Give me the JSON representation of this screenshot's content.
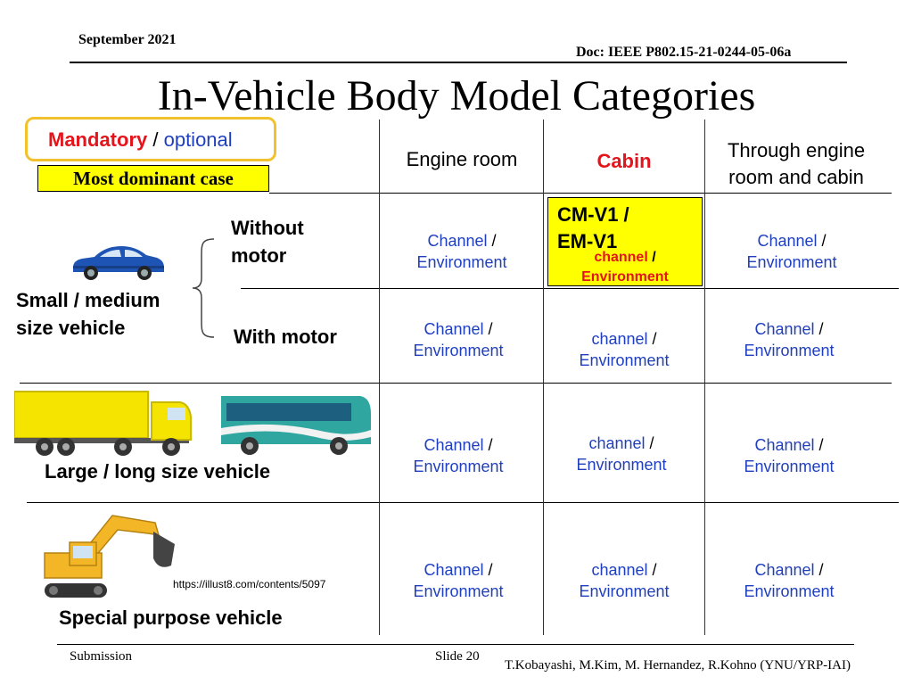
{
  "header": {
    "date": "September 2021",
    "doc": "Doc: IEEE P802.15-21-0244-05-06a"
  },
  "title": "In-Vehicle Body Model Categories",
  "legend": {
    "mandatory": "Mandatory",
    "separator": " / ",
    "optional": "optional",
    "dominant": "Most dominant case"
  },
  "columns": {
    "engine_room": "Engine room",
    "cabin": "Cabin",
    "through": "Through engine room and cabin"
  },
  "rows": {
    "small_medium": "Small / medium size vehicle",
    "without_motor": "Without motor",
    "with_motor": "With motor",
    "large_long": "Large / long size vehicle",
    "special": "Special purpose vehicle",
    "image_credit": "https://illust8.com/contents/5097"
  },
  "cells": {
    "r1": {
      "engine": {
        "a": "Channel",
        "b": "Environment"
      },
      "cabin": {
        "model": "CM-V1 / EM-V1",
        "a": "channel",
        "b": "Environment"
      },
      "through": {
        "a": "Channel",
        "b": "Environment"
      }
    },
    "r2": {
      "engine": {
        "a": "Channel",
        "b": "Environment"
      },
      "cabin": {
        "a": "channel",
        "b": "Environment"
      },
      "through": {
        "a": "Channel",
        "b": "Environment"
      }
    },
    "r3": {
      "engine": {
        "a": "Channel",
        "b": "Environment"
      },
      "cabin": {
        "a": "channel",
        "b": "Environment"
      },
      "through": {
        "a": "Channel",
        "b": "Environment"
      }
    },
    "r4": {
      "engine": {
        "a": "Channel",
        "b": "Environment"
      },
      "cabin": {
        "a": "channel",
        "b": "Environment"
      },
      "through": {
        "a": "Channel",
        "b": "Environment"
      }
    }
  },
  "footer": {
    "left": "Submission",
    "slide": "Slide 20",
    "authors": "T.Kobayashi, M.Kim, M. Hernandez, R.Kohno (YNU/YRP-IAI)"
  },
  "colors": {
    "mandatory": "#e3141c",
    "optional": "#1f3fbf",
    "highlight": "#ffff00",
    "legend_border": "#f2c12e"
  },
  "icons": [
    "car-icon",
    "truck-icon",
    "bus-icon",
    "excavator-icon",
    "brace-icon"
  ]
}
